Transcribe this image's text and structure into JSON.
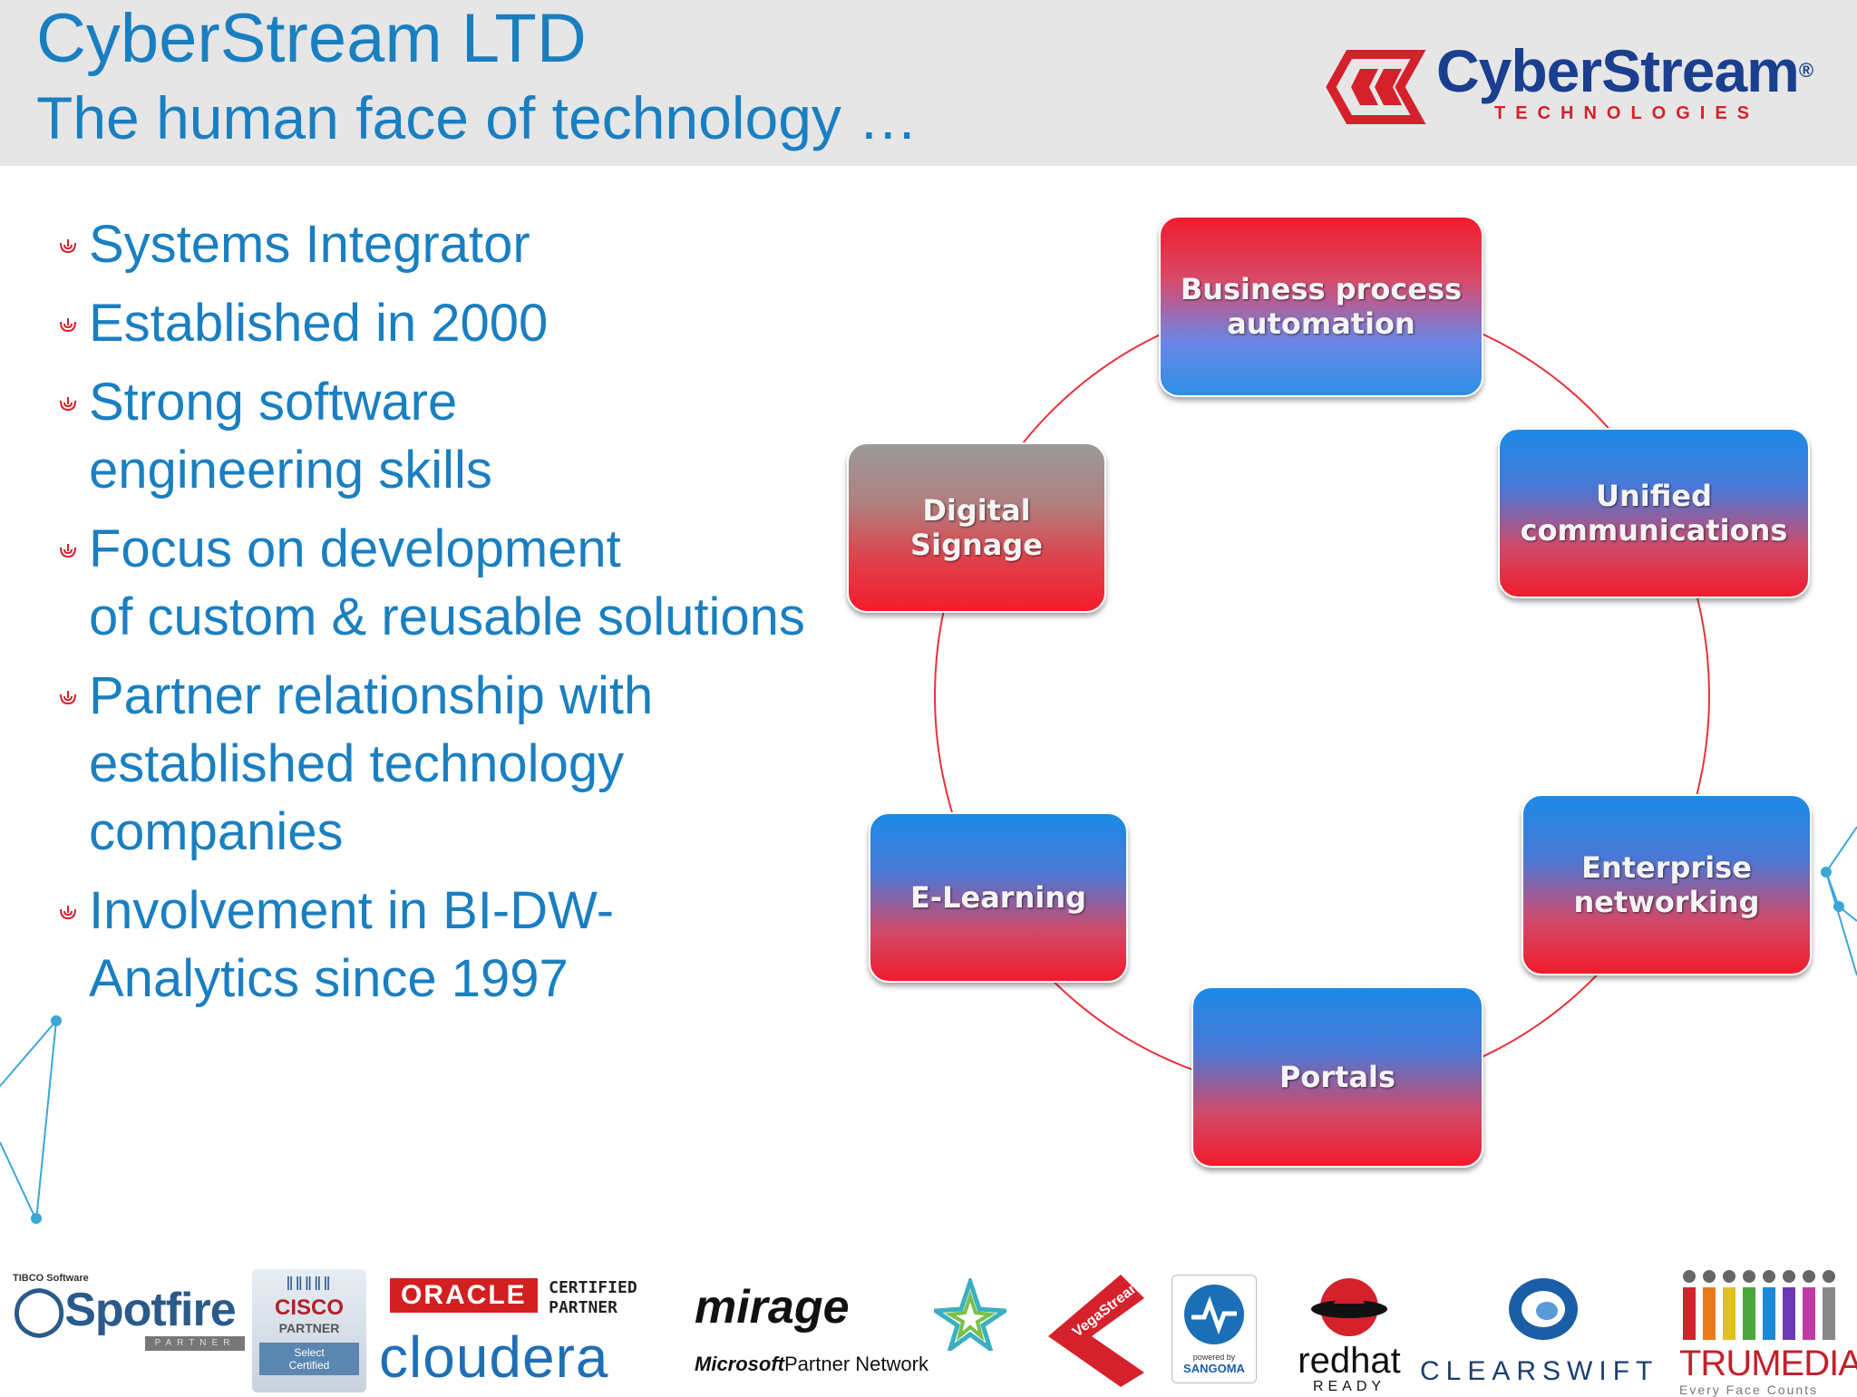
{
  "header": {
    "title": "CyberStream LTD",
    "subtitle": "The human face of technology …"
  },
  "logo": {
    "word": "CyberStream",
    "trademark": "®",
    "tagline": "TECHNOLOGIES"
  },
  "bullets": [
    {
      "lines": [
        "Systems Integrator"
      ]
    },
    {
      "lines": [
        "Established in 2000"
      ]
    },
    {
      "lines": [
        "Strong software",
        "engineering skills"
      ]
    },
    {
      "lines": [
        "Focus on development",
        "of custom & reusable solutions"
      ]
    },
    {
      "lines": [
        "Partner relationship with",
        "established technology",
        "companies"
      ]
    },
    {
      "lines": [
        "Involvement in BI-DW-",
        "Analytics since 1997"
      ]
    }
  ],
  "diagram": {
    "nodes": [
      {
        "lines": [
          "Business process",
          "automation"
        ],
        "style": "red-blue"
      },
      {
        "lines": [
          "Unified",
          "communications"
        ],
        "style": "blue-red"
      },
      {
        "lines": [
          "Enterprise",
          "networking"
        ],
        "style": "blue-red"
      },
      {
        "lines": [
          "Portals"
        ],
        "style": "blue-red"
      },
      {
        "lines": [
          "E-Learning"
        ],
        "style": "blue-red"
      },
      {
        "lines": [
          "Digital",
          "Signage"
        ],
        "style": "gray-red"
      }
    ]
  },
  "partners": {
    "spotfire_small": "TIBCO Software",
    "spotfire": "Spotfire",
    "spotfire_badge": "PARTNER",
    "cisco": "CISCO",
    "cisco_partner": "PARTNER",
    "cisco_badge": [
      "Select",
      "Certified"
    ],
    "oracle": "ORACLE",
    "oracle_cert": [
      "CERTIFIED",
      "PARTNER"
    ],
    "cloudera": "cloudera",
    "mirage": "mirage",
    "microsoft": "Microsoft",
    "microsoft_rest": "Partner Network",
    "vegastream": "VegaStream",
    "sangoma_small": "powered by",
    "sangoma": "SANGOMA",
    "redhat": "redhat",
    "redhat_ready": "READY",
    "clearswift": "CLEARSWIFT",
    "trumedia": "TRUMEDIA",
    "trumedia_tag": "Every Face Counts"
  },
  "colors": {
    "title_blue": "#1a7fc1",
    "logo_navy": "#1a3f8f",
    "logo_red": "#d5212b",
    "header_bg": "#e6e6e6",
    "ring_red": "#e8323c"
  }
}
